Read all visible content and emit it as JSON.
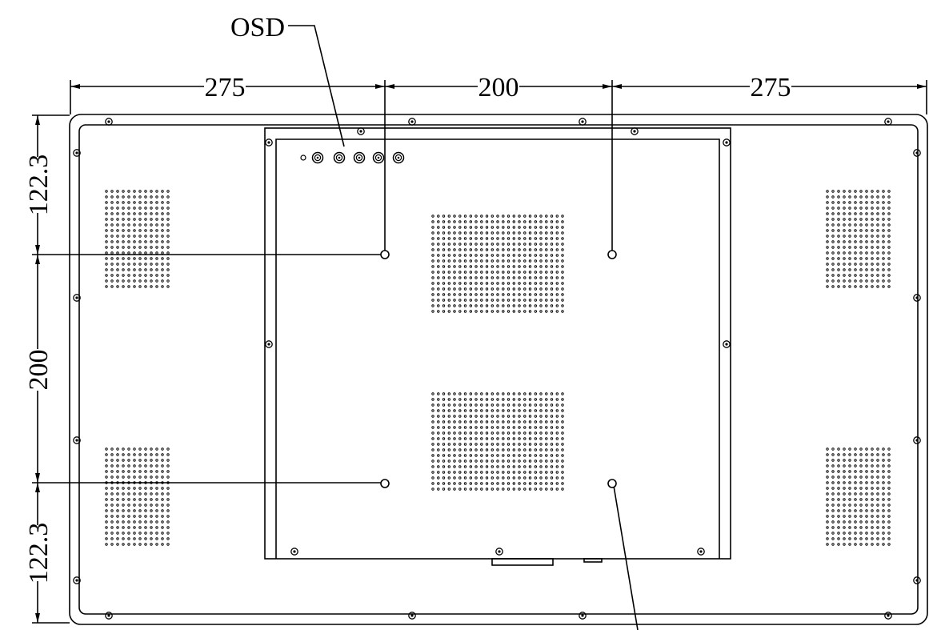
{
  "drawing": {
    "callout_label": "OSD",
    "dimensions": {
      "top_left": "275",
      "top_center": "200",
      "top_right": "275",
      "left_top": "122.3",
      "left_middle": "200",
      "left_bottom": "122.3"
    }
  },
  "colors": {
    "line": "#000000",
    "background": "#ffffff"
  }
}
